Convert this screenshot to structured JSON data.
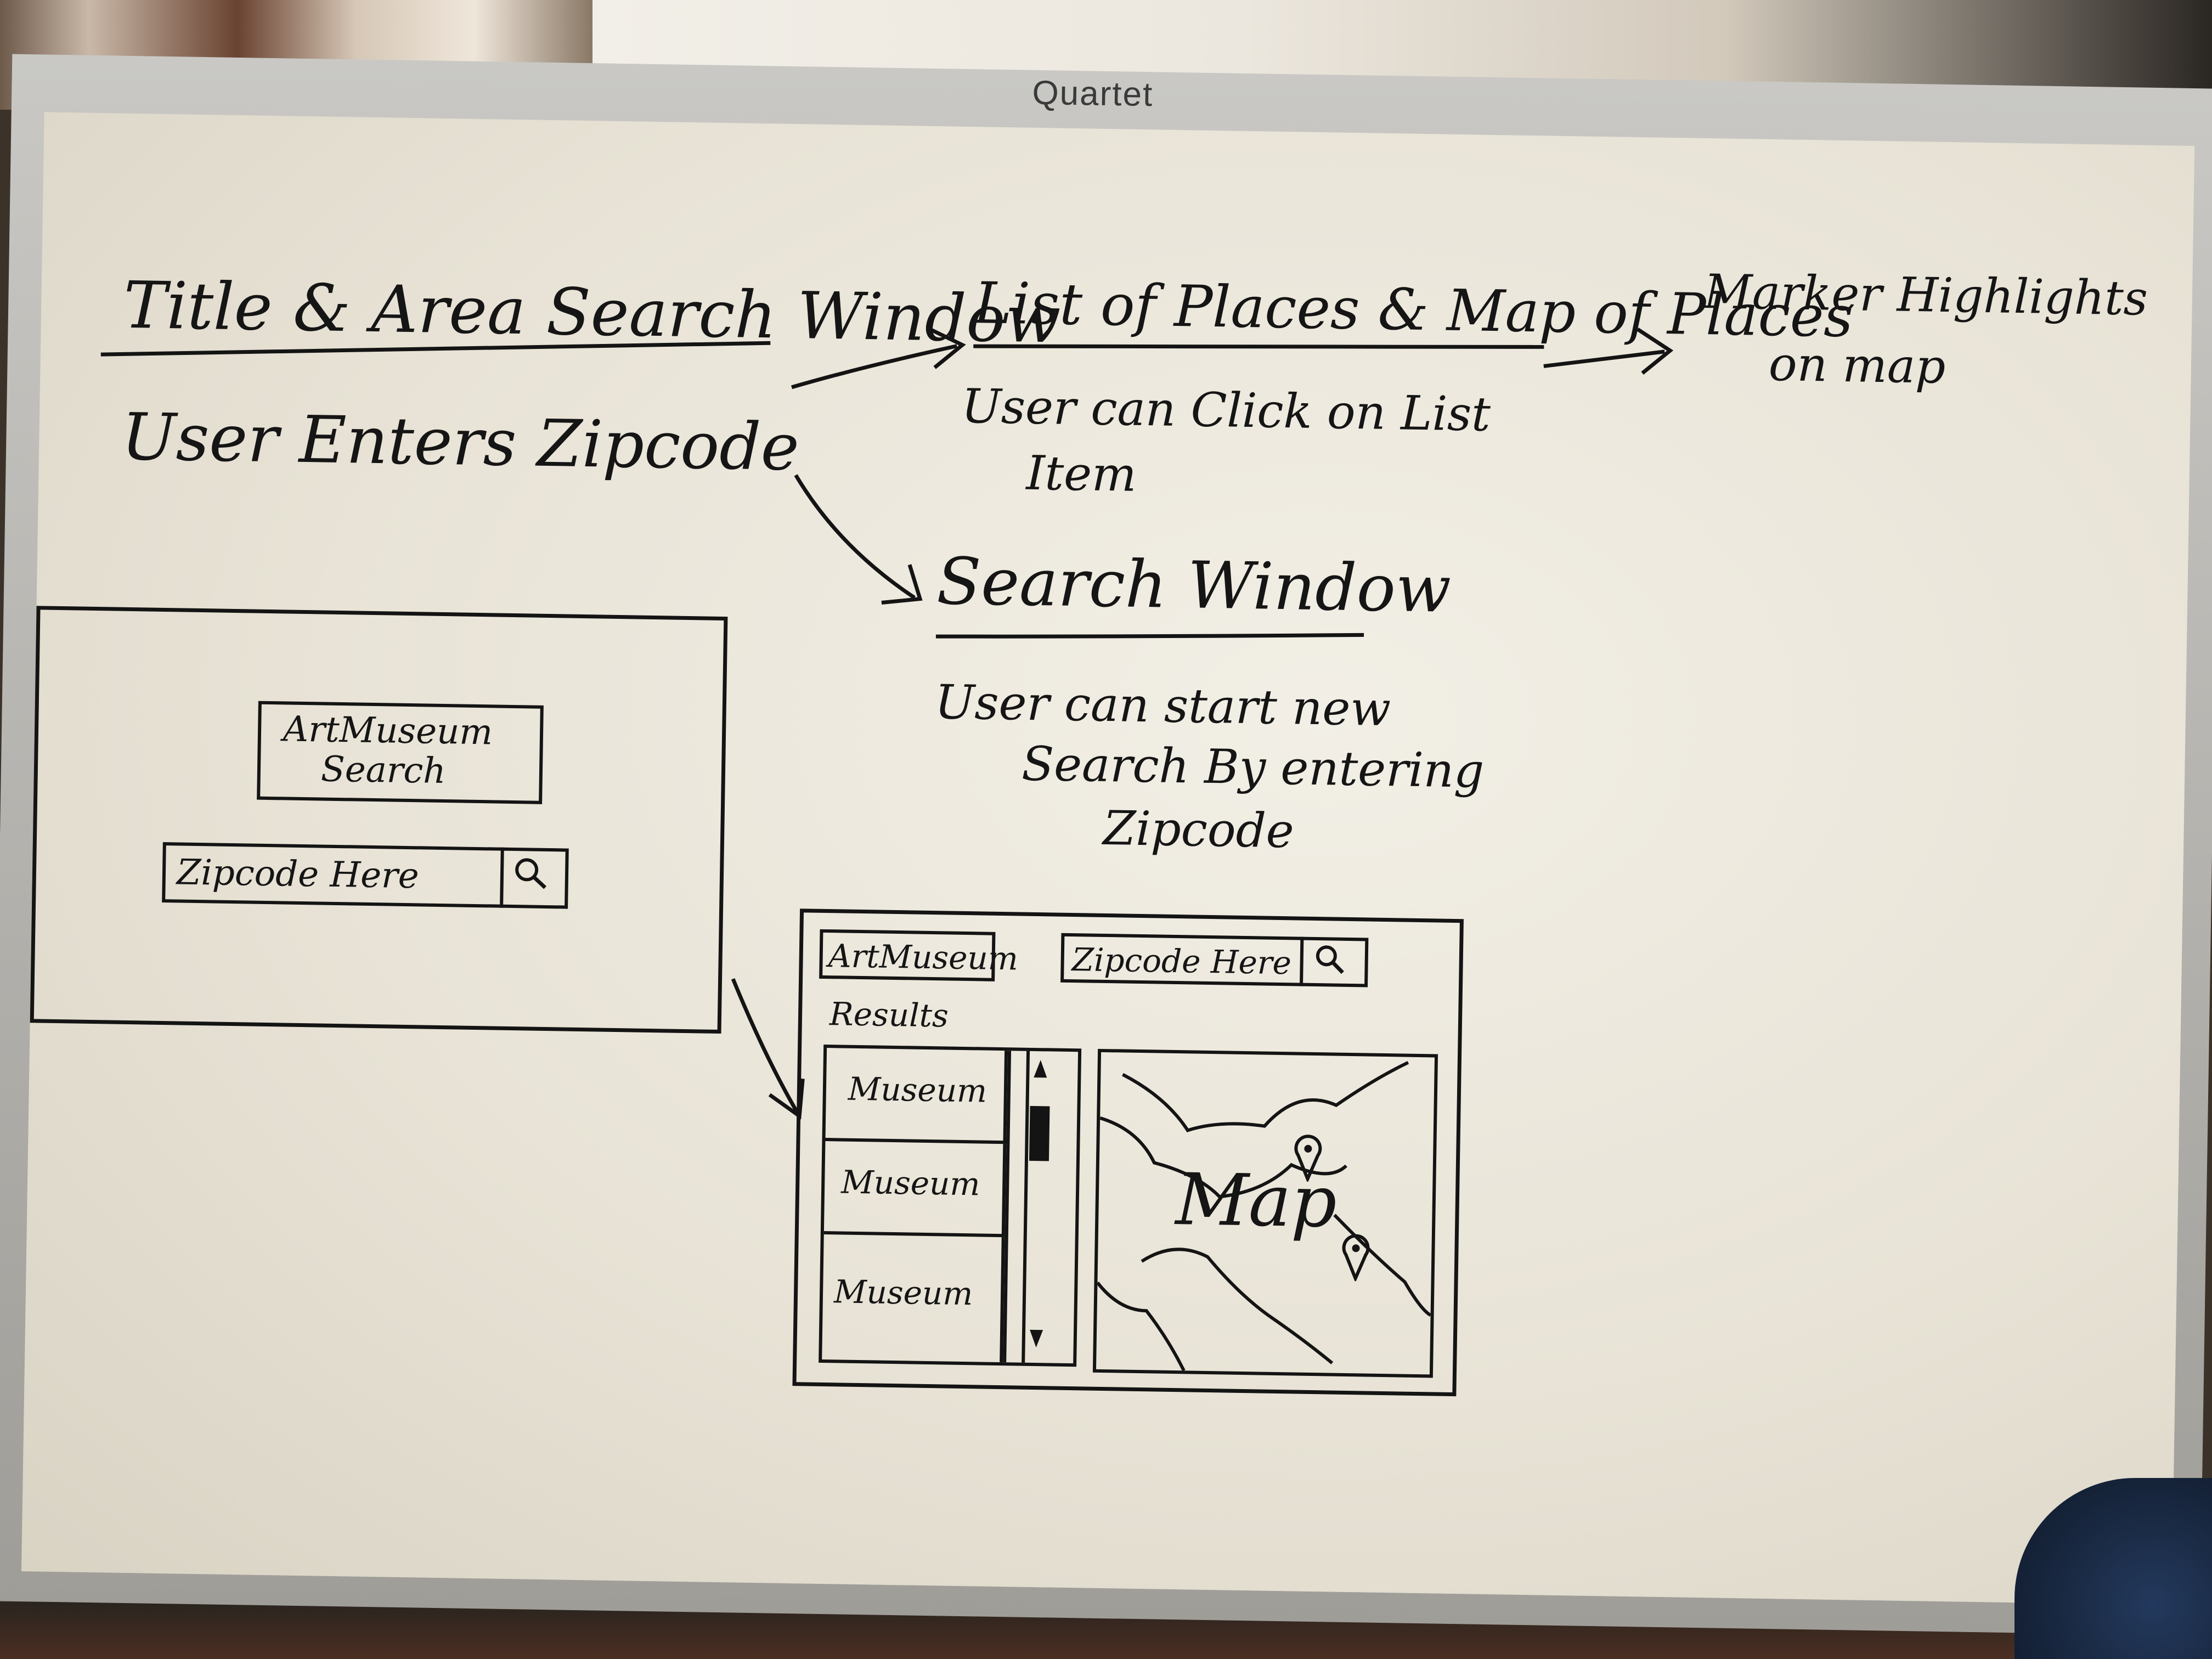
{
  "board": {
    "brand": "Quartet"
  },
  "flow": {
    "step1_title": "Title & Area Search Window",
    "step1_desc": "User Enters Zipcode",
    "step2_title": "List of Places & Map of Places",
    "step2_desc_line1": "User can Click on List",
    "step2_desc_line2": "Item",
    "step3_title_line1": "Marker Highlights",
    "step3_title_line2": "on map",
    "step4_title": "Search Window",
    "step4_desc_line1": "User can start new",
    "step4_desc_line2": "Search By entering",
    "step4_desc_line3": "Zipcode"
  },
  "sketch_search": {
    "title_line1": "ArtMuseum",
    "title_line2": "Search",
    "zipcode_placeholder": "Zipcode Here",
    "search_icon": "magnifier-icon"
  },
  "sketch_results": {
    "title": "ArtMuseum",
    "zipcode_placeholder": "Zipcode Here",
    "search_icon": "magnifier-icon",
    "results_label": "Results",
    "items": [
      "Museum",
      "Museum",
      "Museum"
    ],
    "map_label": "Map",
    "scroll_icons": [
      "up-arrow-icon",
      "down-arrow-icon"
    ],
    "marker_icon": "map-pin-icon"
  }
}
